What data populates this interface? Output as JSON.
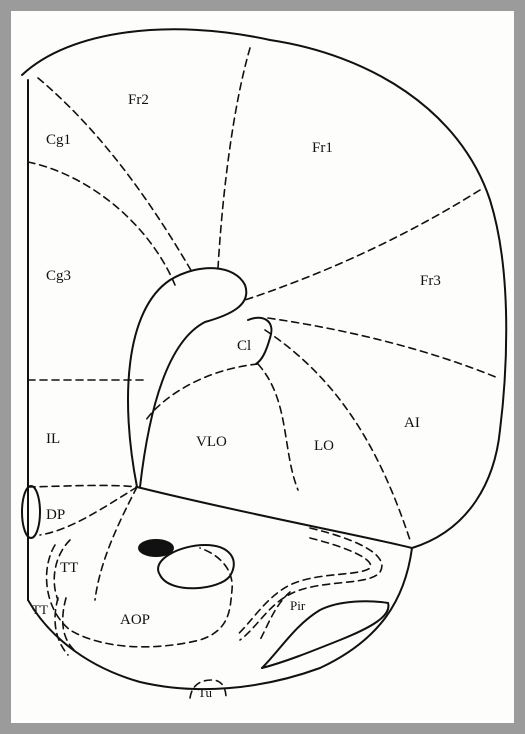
{
  "regions": {
    "fr2": "Fr2",
    "fr1": "Fr1",
    "cg1": "Cg1",
    "cg3": "Cg3",
    "fr3": "Fr3",
    "cl": "Cl",
    "il": "IL",
    "vlo": "VLO",
    "lo": "LO",
    "ai": "AI",
    "dp": "DP",
    "tt": "TT",
    "tt2": "TT",
    "pir": "Pir",
    "aop": "AOP",
    "tu": "Tu"
  },
  "colors": {
    "frame": "#9b9b9b",
    "paper": "#fdfdfb",
    "ink": "#111111"
  }
}
